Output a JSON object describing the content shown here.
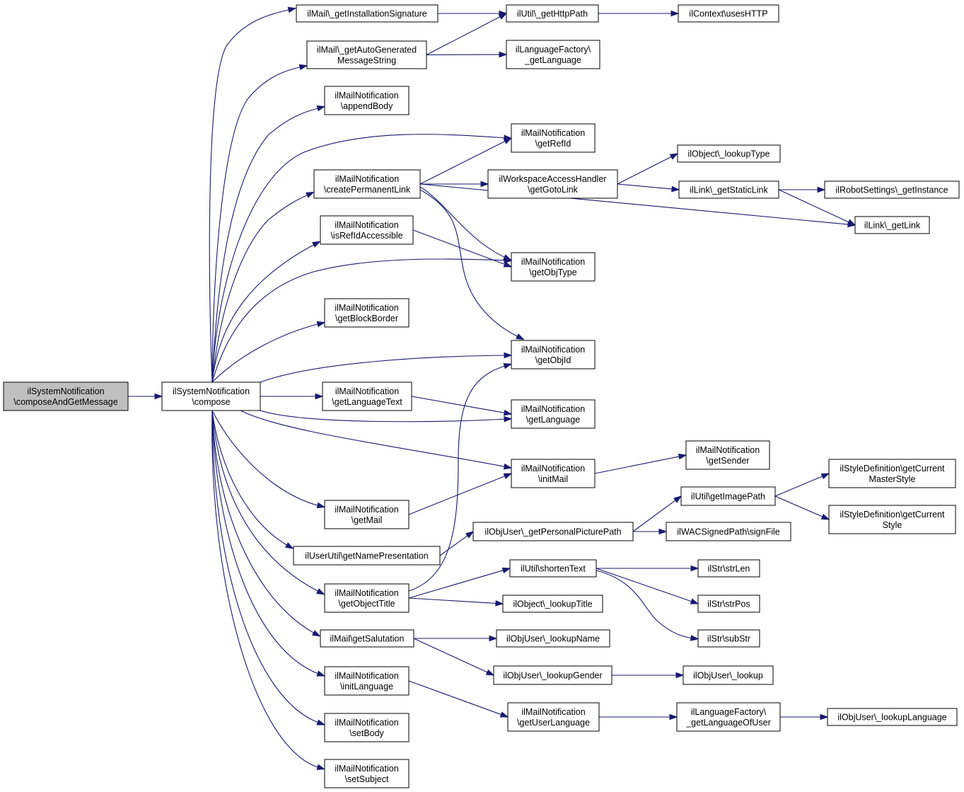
{
  "colors": {
    "node_fill": "#ffffff",
    "root_fill": "#bfbfbf",
    "border": "#000000",
    "edge": "#191970"
  },
  "nodes": {
    "compose_and_get_message": [
      "ilSystemNotification",
      "\\composeAndGetMessage"
    ],
    "compose": [
      "ilSystemNotification",
      "\\compose"
    ],
    "get_installation_signature": [
      "ilMail\\_getInstallationSignature"
    ],
    "get_auto_generated_message_string": [
      "ilMail\\_getAutoGenerated",
      "MessageString"
    ],
    "append_body": [
      "ilMailNotification",
      "\\appendBody"
    ],
    "create_permanent_link": [
      "ilMailNotification",
      "\\createPermanentLink"
    ],
    "is_ref_id_accessible": [
      "ilMailNotification",
      "\\isRefIdAccessible"
    ],
    "get_block_border": [
      "ilMailNotification",
      "\\getBlockBorder"
    ],
    "get_language_text": [
      "ilMailNotification",
      "\\getLanguageText"
    ],
    "get_mail": [
      "ilMailNotification",
      "\\getMail"
    ],
    "get_name_presentation": [
      "ilUserUtil\\getNamePresentation"
    ],
    "get_object_title": [
      "ilMailNotification",
      "\\getObjectTitle"
    ],
    "get_salutation": [
      "ilMail\\getSalutation"
    ],
    "init_language": [
      "ilMailNotification",
      "\\initLanguage"
    ],
    "set_body": [
      "ilMailNotification",
      "\\setBody"
    ],
    "set_subject": [
      "ilMailNotification",
      "\\setSubject"
    ],
    "get_http_path": [
      "ilUtil\\_getHttpPath"
    ],
    "uses_http": [
      "ilContext\\usesHTTP"
    ],
    "language_factory_get_language": [
      "ilLanguageFactory\\",
      "_getLanguage"
    ],
    "get_ref_id": [
      "ilMailNotification",
      "\\getRefId"
    ],
    "get_goto_link": [
      "ilWorkspaceAccessHandler",
      "\\getGotoLink"
    ],
    "lookup_type": [
      "ilObject\\_lookupType"
    ],
    "get_static_link": [
      "ilLink\\_getStaticLink"
    ],
    "robot_get_instance": [
      "ilRobotSettings\\_getInstance"
    ],
    "get_link": [
      "ilLink\\_getLink"
    ],
    "get_obj_type": [
      "ilMailNotification",
      "\\getObjType"
    ],
    "get_obj_id": [
      "ilMailNotification",
      "\\getObjId"
    ],
    "get_language": [
      "ilMailNotification",
      "\\getLanguage"
    ],
    "init_mail": [
      "ilMailNotification",
      "\\initMail"
    ],
    "get_sender": [
      "ilMailNotification",
      "\\getSender"
    ],
    "get_personal_picture_path": [
      "ilObjUser\\_getPersonalPicturePath"
    ],
    "get_image_path": [
      "ilUtil\\getImagePath"
    ],
    "sign_file": [
      "ilWACSignedPath\\signFile"
    ],
    "get_current_master_style": [
      "ilStyleDefinition\\getCurrent",
      "MasterStyle"
    ],
    "get_current_style": [
      "ilStyleDefinition\\getCurrent",
      "Style"
    ],
    "shorten_text": [
      "ilUtil\\shortenText"
    ],
    "lookup_title": [
      "ilObject\\_lookupTitle"
    ],
    "str_len": [
      "ilStr\\strLen"
    ],
    "str_pos": [
      "ilStr\\strPos"
    ],
    "sub_str": [
      "ilStr\\subStr"
    ],
    "lookup_name": [
      "ilObjUser\\_lookupName"
    ],
    "lookup_gender": [
      "ilObjUser\\_lookupGender"
    ],
    "lookup": [
      "ilObjUser\\_lookup"
    ],
    "get_user_language": [
      "ilMailNotification",
      "\\getUserLanguage"
    ],
    "get_language_of_user": [
      "ilLanguageFactory\\",
      "_getLanguageOfUser"
    ],
    "lookup_language": [
      "ilObjUser\\_lookupLanguage"
    ]
  },
  "edges": [
    [
      "compose_and_get_message",
      "compose"
    ],
    [
      "compose",
      "get_installation_signature"
    ],
    [
      "compose",
      "get_auto_generated_message_string"
    ],
    [
      "compose",
      "append_body"
    ],
    [
      "compose",
      "get_ref_id"
    ],
    [
      "compose",
      "create_permanent_link"
    ],
    [
      "compose",
      "is_ref_id_accessible"
    ],
    [
      "compose",
      "get_obj_type"
    ],
    [
      "compose",
      "get_block_border"
    ],
    [
      "compose",
      "get_obj_id"
    ],
    [
      "compose",
      "get_language_text"
    ],
    [
      "compose",
      "get_language"
    ],
    [
      "compose",
      "init_mail"
    ],
    [
      "compose",
      "get_mail"
    ],
    [
      "compose",
      "get_name_presentation"
    ],
    [
      "compose",
      "get_object_title"
    ],
    [
      "compose",
      "get_salutation"
    ],
    [
      "compose",
      "init_language"
    ],
    [
      "compose",
      "set_body"
    ],
    [
      "compose",
      "set_subject"
    ],
    [
      "get_installation_signature",
      "get_http_path"
    ],
    [
      "get_http_path",
      "uses_http"
    ],
    [
      "get_auto_generated_message_string",
      "get_http_path"
    ],
    [
      "get_auto_generated_message_string",
      "language_factory_get_language"
    ],
    [
      "create_permanent_link",
      "get_ref_id"
    ],
    [
      "create_permanent_link",
      "get_goto_link"
    ],
    [
      "create_permanent_link",
      "get_link"
    ],
    [
      "create_permanent_link",
      "get_obj_type"
    ],
    [
      "create_permanent_link",
      "get_obj_id"
    ],
    [
      "get_goto_link",
      "lookup_type"
    ],
    [
      "get_goto_link",
      "get_static_link"
    ],
    [
      "get_static_link",
      "robot_get_instance"
    ],
    [
      "get_static_link",
      "get_link"
    ],
    [
      "is_ref_id_accessible",
      "get_obj_type"
    ],
    [
      "get_language_text",
      "get_language"
    ],
    [
      "init_mail",
      "get_sender"
    ],
    [
      "get_mail",
      "init_mail"
    ],
    [
      "get_name_presentation",
      "get_personal_picture_path"
    ],
    [
      "get_personal_picture_path",
      "get_image_path"
    ],
    [
      "get_personal_picture_path",
      "sign_file"
    ],
    [
      "get_image_path",
      "get_current_master_style"
    ],
    [
      "get_image_path",
      "get_current_style"
    ],
    [
      "get_object_title",
      "get_obj_id"
    ],
    [
      "get_object_title",
      "shorten_text"
    ],
    [
      "get_object_title",
      "lookup_title"
    ],
    [
      "shorten_text",
      "str_len"
    ],
    [
      "shorten_text",
      "str_pos"
    ],
    [
      "shorten_text",
      "sub_str"
    ],
    [
      "get_salutation",
      "lookup_name"
    ],
    [
      "get_salutation",
      "lookup_gender"
    ],
    [
      "lookup_gender",
      "lookup"
    ],
    [
      "init_language",
      "get_user_language"
    ],
    [
      "get_user_language",
      "get_language_of_user"
    ],
    [
      "get_language_of_user",
      "lookup_language"
    ]
  ]
}
